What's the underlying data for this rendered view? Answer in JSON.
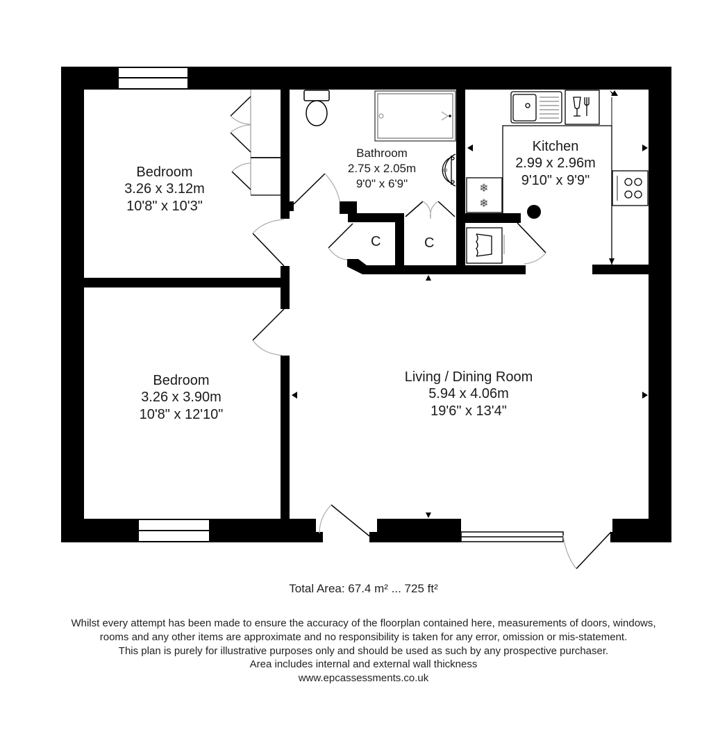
{
  "rooms": {
    "bedroom1": {
      "name": "Bedroom",
      "metric": "3.26 x 3.12m",
      "imperial": "10'8\" x 10'3\""
    },
    "bathroom": {
      "name": "Bathroom",
      "metric": "2.75 x 2.05m",
      "imperial": "9'0\" x 6'9\""
    },
    "kitchen": {
      "name": "Kitchen",
      "metric": "2.99 x 2.96m",
      "imperial": "9'10\" x 9'9\""
    },
    "bedroom2": {
      "name": "Bedroom",
      "metric": "3.26 x 3.90m",
      "imperial": "10'8\" x 12'10\""
    },
    "living": {
      "name": "Living / Dining Room",
      "metric": "5.94 x 4.06m",
      "imperial": "19'6\" x 13'4\""
    }
  },
  "cupboards": [
    {
      "label": "C"
    },
    {
      "label": "C"
    }
  ],
  "total_area": "Total Area: 67.4 m² ... 725 ft²",
  "disclaimer": [
    "Whilst every attempt has been made to ensure the accuracy of the floorplan contained here, measurements of doors, windows,",
    "rooms and any other items are approximate and no responsibility is taken for any error, omission or mis-statement.",
    "This plan is purely for illustrative purposes only and should be used as such by any prospective purchaser.",
    "Area includes internal and external wall thickness",
    "www.epcassessments.co.uk"
  ],
  "colors": {
    "wall": "#000000",
    "background": "#ffffff",
    "fixture_line": "#333333",
    "door_arc": "#aaaaaa"
  }
}
